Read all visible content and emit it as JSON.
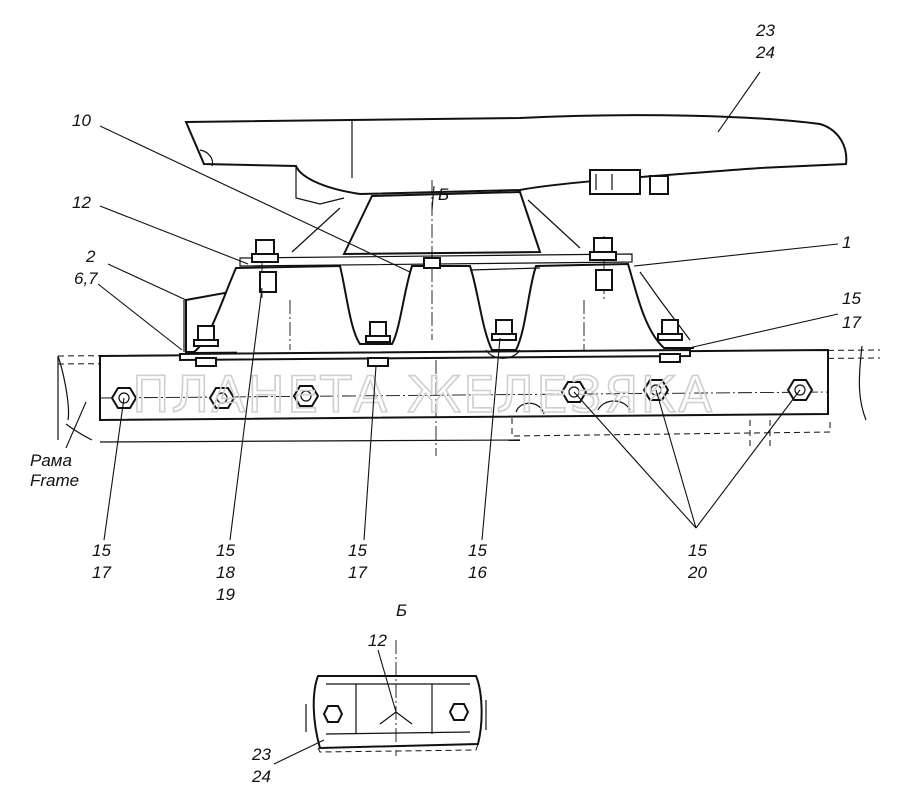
{
  "watermark": "ПЛАНЕТА ЖЕЛЕЗЯКА",
  "section_label": "Б",
  "section_marker": "Б",
  "frame_label_ru": "Рама",
  "frame_label_en": "Frame",
  "callouts": {
    "c23_24_top": [
      "23",
      "24"
    ],
    "c10": [
      "10"
    ],
    "c12": [
      "12"
    ],
    "c2_67": [
      "2",
      "6,7"
    ],
    "c1": [
      "1"
    ],
    "c15_17_right": [
      "15",
      "17"
    ],
    "c15_17_left": [
      "15",
      "17"
    ],
    "c15_18_19": [
      "15",
      "18",
      "19"
    ],
    "c15_17_mid": [
      "15",
      "17"
    ],
    "c15_16": [
      "15",
      "16"
    ],
    "c15_20": [
      "15",
      "20"
    ],
    "c12_detail": [
      "12"
    ],
    "c23_24_detail": [
      "23",
      "24"
    ]
  }
}
